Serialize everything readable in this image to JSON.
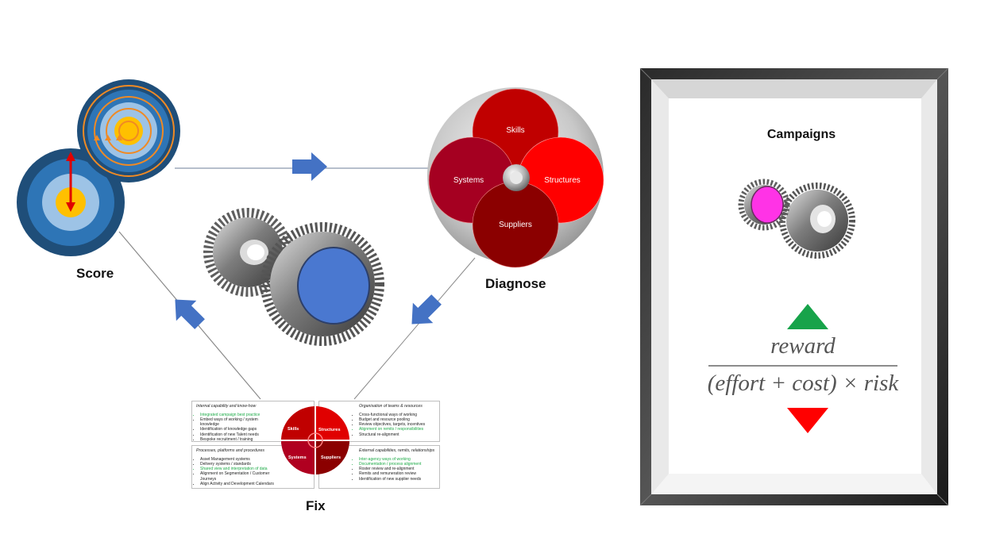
{
  "score": {
    "label": "Score"
  },
  "diagnose": {
    "label": "Diagnose",
    "quadrants": [
      "Skills",
      "Structures",
      "Suppliers",
      "Systems"
    ]
  },
  "fix": {
    "label": "Fix",
    "wheel": [
      "Skills",
      "Structures",
      "Systems",
      "Suppliers"
    ],
    "panels": {
      "top_left": {
        "header": "Internal capability and know-how",
        "items": [
          {
            "text": "Integrated campaign best practice",
            "highlight": true
          },
          {
            "text": "Embed ways of working / system knowledge",
            "highlight": false
          },
          {
            "text": "Identification of knowledge gaps",
            "highlight": false
          },
          {
            "text": "Identification of new Talent needs",
            "highlight": false
          },
          {
            "text": "Bespoke recruitment / training",
            "highlight": false
          }
        ]
      },
      "top_right": {
        "header": "Organisation of teams & resources",
        "items": [
          {
            "text": "Cross-functional ways of working",
            "highlight": false
          },
          {
            "text": "Budget and resource pooling",
            "highlight": false
          },
          {
            "text": "Review objectives, targets, incentives",
            "highlight": false
          },
          {
            "text": "Alignment on remits / responsibilities",
            "highlight": true
          },
          {
            "text": "Structural re-alignment",
            "highlight": false
          }
        ]
      },
      "bottom_left": {
        "header": "Processes, platforms and procedures",
        "items": [
          {
            "text": "Asset Management systems",
            "highlight": false
          },
          {
            "text": "Delivery systems / standards",
            "highlight": false
          },
          {
            "text": "Shared view and interpretation of data",
            "highlight": true
          },
          {
            "text": "Alignment on Segmentation / Customer Journeys",
            "highlight": false
          },
          {
            "text": "Align Activity and Development Calendars",
            "highlight": false
          }
        ]
      },
      "bottom_right": {
        "header": "External capabilities, remits, relationships",
        "items": [
          {
            "text": "Inter-agency ways of working",
            "highlight": true
          },
          {
            "text": "Documentation / process alignment",
            "highlight": true
          },
          {
            "text": "Roster review and re-alignment",
            "highlight": false
          },
          {
            "text": "Remits and remuneration review",
            "highlight": false
          },
          {
            "text": "Identification of new supplier needs",
            "highlight": false
          }
        ]
      }
    }
  },
  "campaigns": {
    "title": "Campaigns",
    "numerator": "reward",
    "denominator": "(effort + cost) × risk"
  },
  "colors": {
    "arrow_blue": "#4472c4",
    "highlight_green": "#1eab48",
    "up_triangle": "#17a34a",
    "down_triangle": "#ff0000",
    "gear_face_blue": "#4a78d0",
    "gear_face_magenta": "#ff33e6"
  }
}
